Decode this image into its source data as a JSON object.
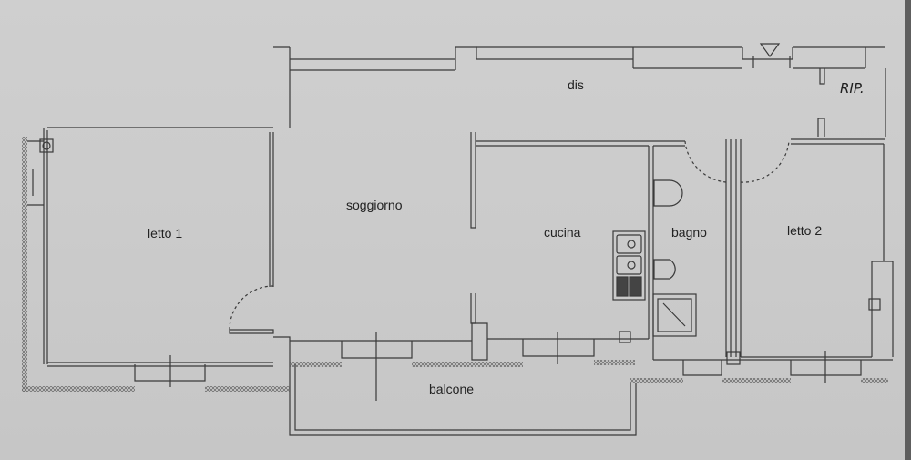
{
  "plan": {
    "type": "apartment floor plan",
    "rooms": [
      {
        "id": "letto1",
        "label": "letto 1"
      },
      {
        "id": "soggiorno",
        "label": "soggiorno"
      },
      {
        "id": "dis",
        "label": "dis"
      },
      {
        "id": "cucina",
        "label": "cucina"
      },
      {
        "id": "bagno",
        "label": "bagno"
      },
      {
        "id": "letto2",
        "label": "letto 2"
      },
      {
        "id": "rip",
        "label": "RIP."
      },
      {
        "id": "balcone",
        "label": "balcone"
      }
    ],
    "colors": {
      "paper": "#cbcbcb",
      "ink": "#3a3a3a",
      "text": "#222222"
    }
  }
}
